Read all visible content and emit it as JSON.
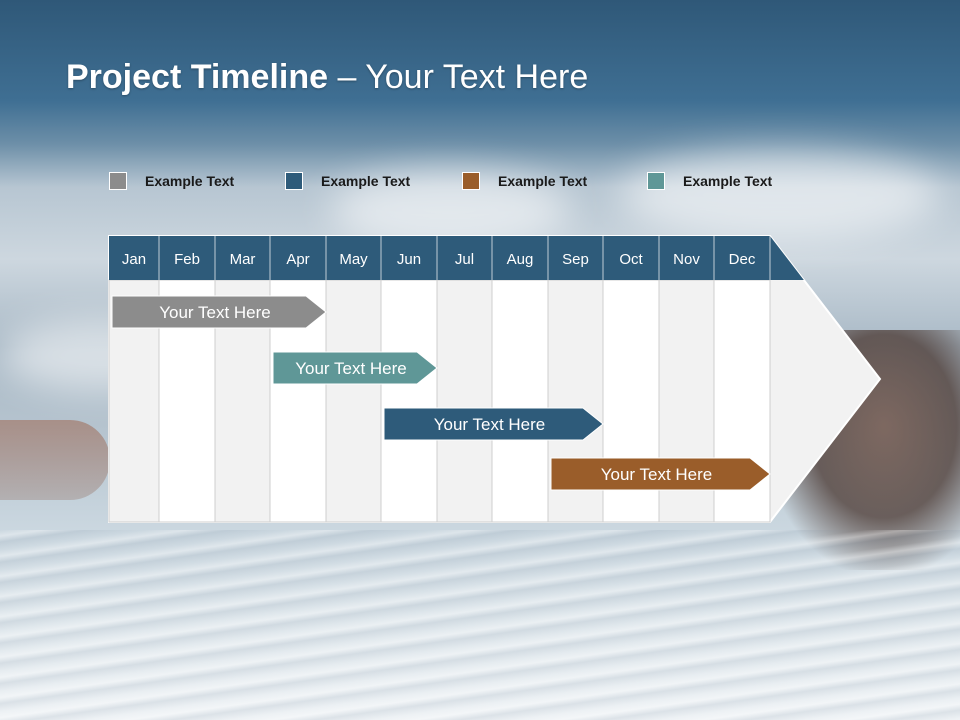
{
  "title": {
    "bold": "Project Timeline",
    "rest": " – Your Text Here"
  },
  "legend": [
    {
      "label": "Example Text",
      "color": "#8c8c8c"
    },
    {
      "label": "Example Text",
      "color": "#2e5b7a"
    },
    {
      "label": "Example Text",
      "color": "#9a5d2a"
    },
    {
      "label": "Example Text",
      "color": "#5f9797"
    }
  ],
  "months": [
    "Jan",
    "Feb",
    "Mar",
    "Apr",
    "May",
    "Jun",
    "Jul",
    "Aug",
    "Sep",
    "Oct",
    "Nov",
    "Dec"
  ],
  "colors": {
    "header": "#2e5b7a",
    "alt_column": "#f2f2f2",
    "column": "#ffffff",
    "grid": "#cfcfcf"
  },
  "tasks": [
    {
      "label": "Your  Text Here",
      "start_month": "Jan",
      "end_month": "Apr",
      "color": "#8c8c8c"
    },
    {
      "label": "Your  Text Here",
      "start_month": "Apr",
      "end_month": "Jun",
      "color": "#5f9797"
    },
    {
      "label": "Your  Text Here",
      "start_month": "Jun",
      "end_month": "Sep",
      "color": "#2e5b7a"
    },
    {
      "label": "Your  Text Here",
      "start_month": "Sep",
      "end_month": "Dec",
      "color": "#9a5d2a"
    }
  ]
}
